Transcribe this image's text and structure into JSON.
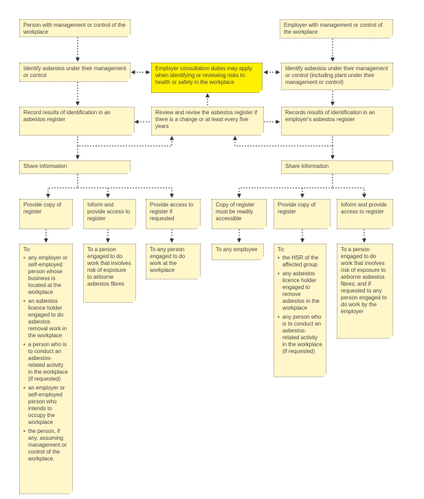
{
  "boxes": {
    "pmc": "Person with management or control of the workplace",
    "emc": "Employer with management or control of the workplace",
    "id_left": "Identify asbestos under their management or control",
    "consult": "Employer consultation duties may apply when identifying or reviewing risks to health or safety in the workplace",
    "id_right": "Identify asbestos under their management or control (including plant under their management or control)",
    "record_left": "Record results of identification in an asbestos register",
    "review": "Review and revise the asbestos register if there is a change or at least every five years",
    "record_right": "Records results of identification in an employer's asbestos register",
    "share_left": "Share information",
    "share_right": "Share information",
    "l_copy": "Provide copy of register",
    "l_inform": "Inform and provide access to register",
    "l_access": "Provide access to register if requested",
    "r_accessible": "Copy of register must be readily accessible",
    "r_copy": "Provide copy of register",
    "r_inform": "Inform and provide access to register"
  },
  "targets": {
    "to_label": "To:",
    "left_copy_items": [
      "any employer or self-employed person whose business is located at the workplace",
      "an asbestos licence holder engaged to do asbestos removal work in the workplace",
      "a person who is to conduct an asbestos-related activity in the workplace (if requested)",
      "an employer or self-employed person who intends to occupy the workplace",
      "the person, if any, assuming management or control of the workplace."
    ],
    "left_inform": "To a person engaged to do work that involves risk of exposure to airborne asbestos fibres",
    "left_access": "To any person engaged to do work at the workplace",
    "right_accessible": "To any employee",
    "right_copy_items": [
      "the HSR of the affected group",
      "any asbestos licence holder engaged to remove asbestos in the workplace",
      "any person who is to conduct an asbestos-related activity in the workplace (if requested)"
    ],
    "right_inform": "To a person engaged to do work that involves risk of exposure to airborne asbestos fibres; and if requested to any person engaged to do work by the employer"
  }
}
